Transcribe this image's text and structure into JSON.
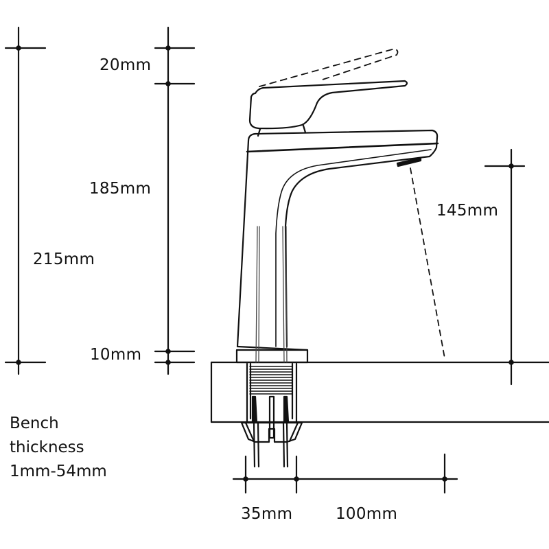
{
  "diagram": {
    "title": "Basin mixer tap dimension drawing",
    "stroke_color": "#111111",
    "background": "#ffffff"
  },
  "dimensions": {
    "lever_lift": "20mm",
    "body_height": "185mm",
    "total_height": "215mm",
    "base_height": "10mm",
    "spout_clearance": "145mm",
    "base_width": "35mm",
    "spout_reach": "100mm"
  },
  "note": {
    "line1": "Bench",
    "line2": "thickness",
    "line3": "1mm-54mm"
  }
}
